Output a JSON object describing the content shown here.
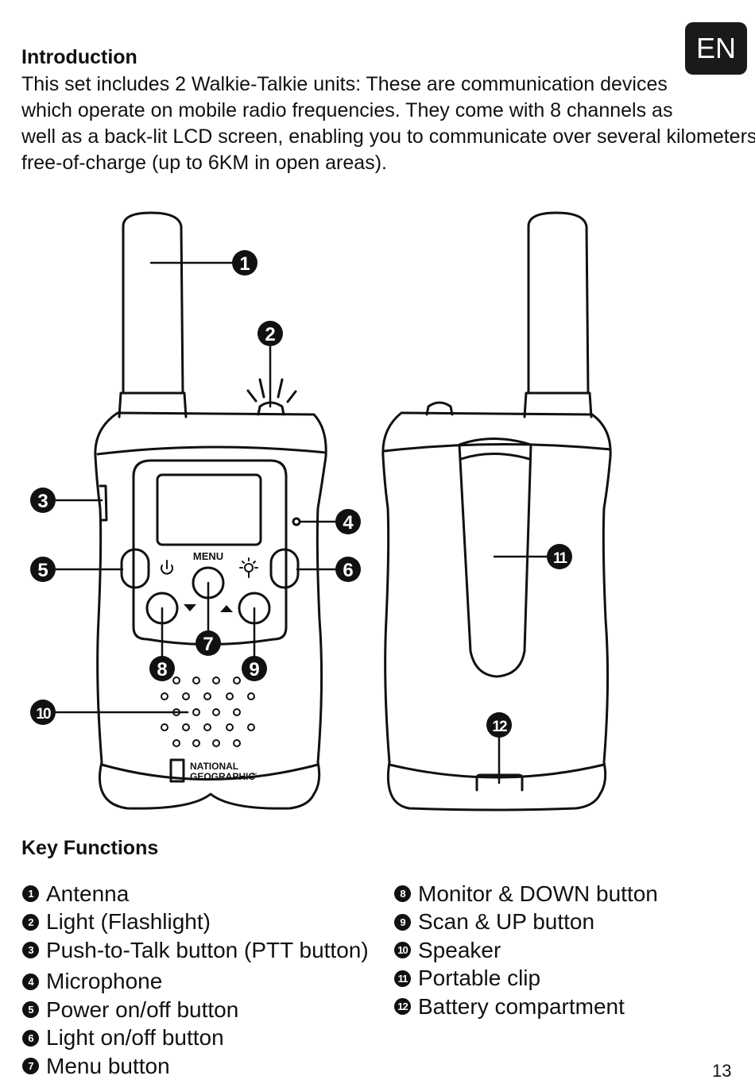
{
  "language_badge": "EN",
  "intro": {
    "heading": "Introduction",
    "lines": [
      "This set includes 2 Walkie-Talkie units: These are communication devices",
      "which operate on mobile radio frequencies. They come with 8 channels as",
      "well as a back-lit LCD screen, enabling you to communicate over several kilometers",
      "free-of-charge (up to 6KM in open areas)."
    ]
  },
  "illustration": {
    "menu_label": "MENU",
    "brand_line1": "NATIONAL",
    "brand_line2": "GEOGRAPHIC",
    "trademark": "™",
    "callouts": [
      "1",
      "2",
      "3",
      "4",
      "5",
      "6",
      "7",
      "8",
      "9",
      "10",
      "11",
      "12"
    ]
  },
  "key_functions": {
    "heading": "Key Functions",
    "left": [
      {
        "num": "1",
        "label": "Antenna"
      },
      {
        "num": "2",
        "label": "Light (Flashlight)"
      },
      {
        "num": "3",
        "label": "Push-to-Talk button (PTT button)"
      },
      {
        "num": "4",
        "label": "Microphone"
      },
      {
        "num": "5",
        "label": "Power on/off button"
      },
      {
        "num": "6",
        "label": "Light on/off button"
      },
      {
        "num": "7",
        "label": "Menu button"
      }
    ],
    "right": [
      {
        "num": "8",
        "label": "Monitor & DOWN button"
      },
      {
        "num": "9",
        "label": "Scan & UP button"
      },
      {
        "num": "10",
        "label": "Speaker"
      },
      {
        "num": "11",
        "label": "Portable clip"
      },
      {
        "num": "12",
        "label": "Battery compartment"
      }
    ]
  },
  "page_number": "13"
}
